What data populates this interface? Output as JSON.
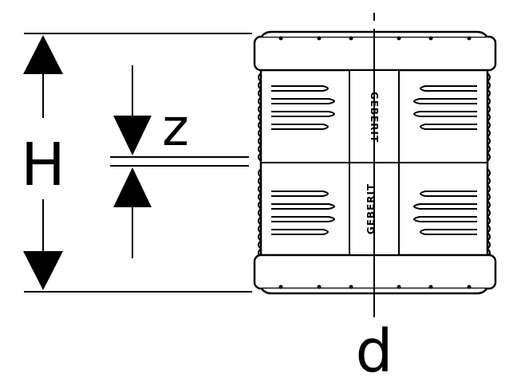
{
  "dimensions": {
    "height_label": "H",
    "insertion_label": "z",
    "diameter_label": "d"
  },
  "fitting": {
    "logo_top": "GEBERIT",
    "logo_bottom": "GEBERIT"
  },
  "colors": {
    "line": "#000000",
    "background": "#ffffff"
  }
}
